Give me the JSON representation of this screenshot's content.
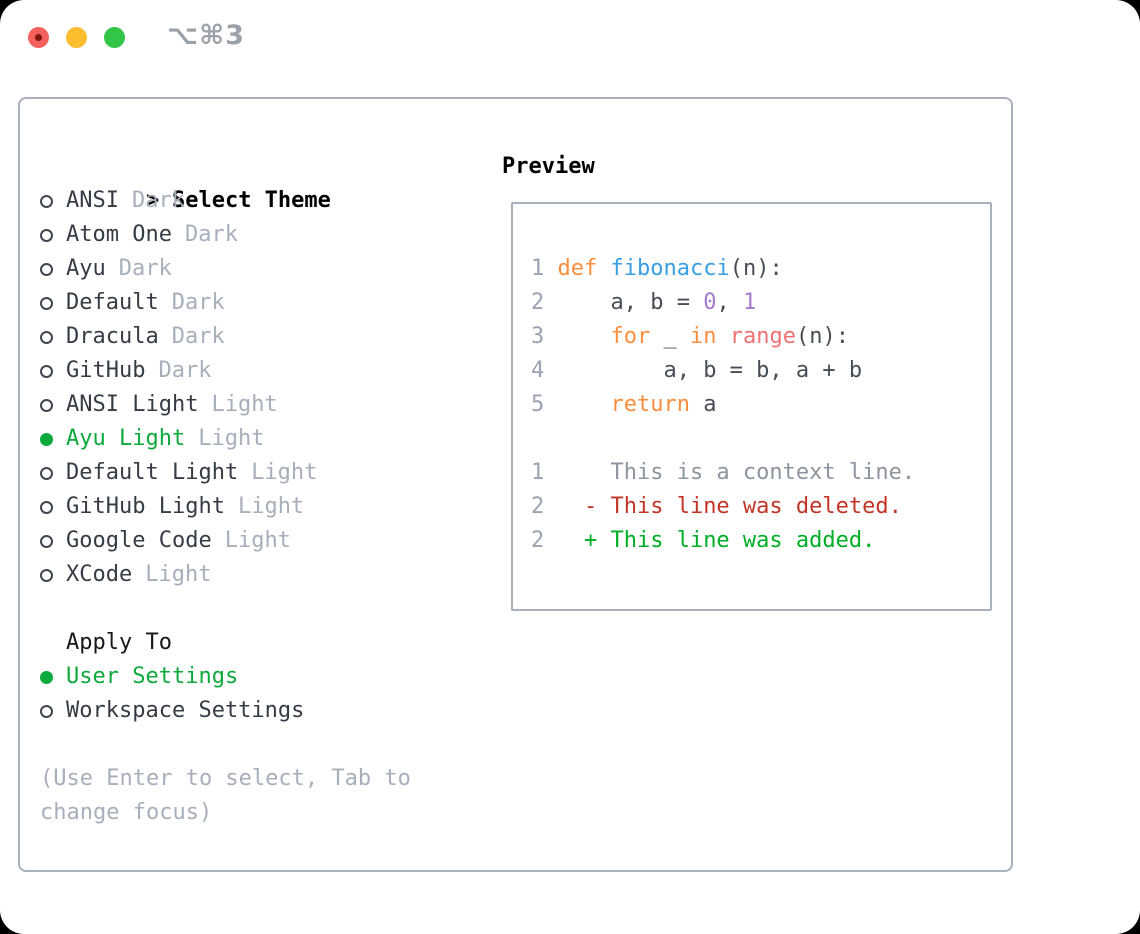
{
  "titlebar": {
    "shortcut": "⌥⌘3"
  },
  "colors": {
    "accent_green": "#0ca93c",
    "keyword": "#fa8d3e",
    "function": "#399ee6",
    "builtin": "#f07171",
    "number": "#a37acc",
    "code_default": "#474d55",
    "muted": "#a7afba",
    "lineno": "#9aa3b2",
    "context": "#8d949d",
    "deleted": "#c23526",
    "added": "#00ae25",
    "traffic_red": "#f4615c",
    "traffic_yellow": "#fcbd2f",
    "traffic_green": "#32c546"
  },
  "theme_list": {
    "prompt": ">",
    "header": "Select Theme",
    "items": [
      {
        "name": "ANSI",
        "tag": "Dark",
        "selected": false
      },
      {
        "name": "Atom One",
        "tag": "Dark",
        "selected": false
      },
      {
        "name": "Ayu",
        "tag": "Dark",
        "selected": false
      },
      {
        "name": "Default",
        "tag": "Dark",
        "selected": false
      },
      {
        "name": "Dracula",
        "tag": "Dark",
        "selected": false
      },
      {
        "name": "GitHub",
        "tag": "Dark",
        "selected": false
      },
      {
        "name": "ANSI Light",
        "tag": "Light",
        "selected": false
      },
      {
        "name": "Ayu Light",
        "tag": "Light",
        "selected": true
      },
      {
        "name": "Default Light",
        "tag": "Light",
        "selected": false
      },
      {
        "name": "GitHub Light",
        "tag": "Light",
        "selected": false
      },
      {
        "name": "Google Code",
        "tag": "Light",
        "selected": false
      },
      {
        "name": "XCode",
        "tag": "Light",
        "selected": false
      }
    ]
  },
  "apply_to": {
    "header": "Apply To",
    "options": [
      {
        "label": "User Settings",
        "selected": true
      },
      {
        "label": "Workspace Settings",
        "selected": false
      }
    ]
  },
  "hint_lines": [
    "(Use Enter to select, Tab to",
    "change focus)"
  ],
  "preview": {
    "header": "Preview",
    "code_lines": [
      {
        "num": "1",
        "segments": [
          {
            "text": " ",
            "color": "code_default"
          },
          {
            "text": "def",
            "color": "keyword"
          },
          {
            "text": " ",
            "color": "code_default"
          },
          {
            "text": "fibonacci",
            "color": "function"
          },
          {
            "text": "(n):",
            "color": "code_default"
          }
        ]
      },
      {
        "num": "2",
        "segments": [
          {
            "text": "     a, b = ",
            "color": "code_default"
          },
          {
            "text": "0",
            "color": "number"
          },
          {
            "text": ", ",
            "color": "code_default"
          },
          {
            "text": "1",
            "color": "number"
          }
        ]
      },
      {
        "num": "3",
        "segments": [
          {
            "text": "     ",
            "color": "code_default"
          },
          {
            "text": "for",
            "color": "keyword"
          },
          {
            "text": " _ ",
            "color": "code_default"
          },
          {
            "text": "in",
            "color": "keyword"
          },
          {
            "text": " ",
            "color": "code_default"
          },
          {
            "text": "range",
            "color": "builtin"
          },
          {
            "text": "(n):",
            "color": "code_default"
          }
        ]
      },
      {
        "num": "4",
        "segments": [
          {
            "text": "         a, b = b, a + b",
            "color": "code_default"
          }
        ]
      },
      {
        "num": "5",
        "segments": [
          {
            "text": "     ",
            "color": "code_default"
          },
          {
            "text": "return",
            "color": "keyword"
          },
          {
            "text": " a",
            "color": "code_default"
          }
        ]
      }
    ],
    "diff_lines": [
      {
        "num": "1",
        "text": "     This is a context line.",
        "color": "context"
      },
      {
        "num": "2",
        "text": "   - This line was deleted.",
        "color": "deleted"
      },
      {
        "num": "2",
        "text": "   + This line was added.",
        "color": "added"
      }
    ]
  }
}
